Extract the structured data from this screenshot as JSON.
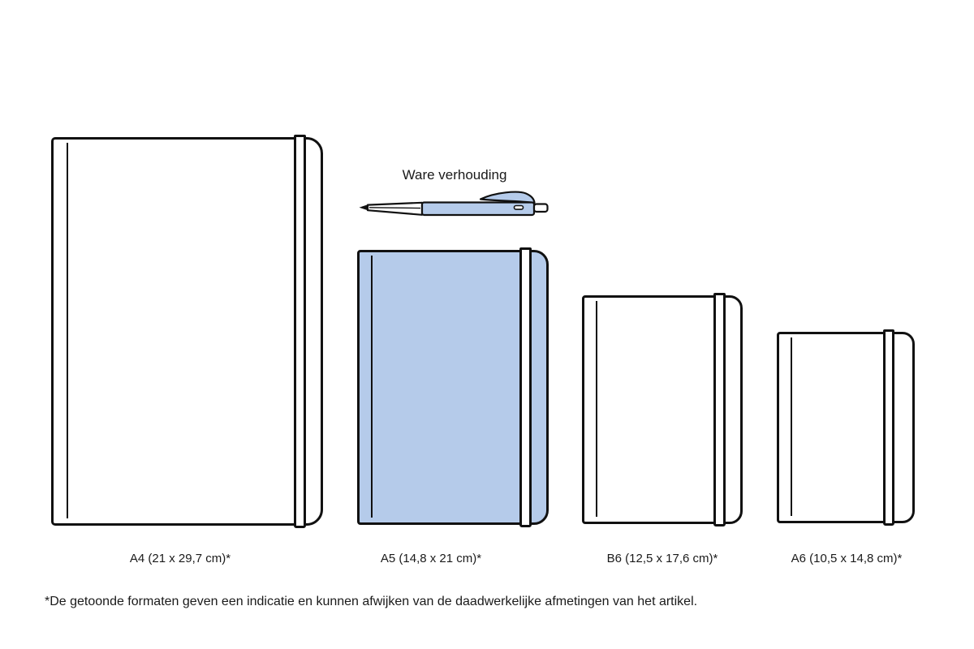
{
  "caption": {
    "pen_scale": "Ware verhouding"
  },
  "notebooks": [
    {
      "id": "a4",
      "label": "A4 (21 x 29,7 cm)*",
      "highlighted": false
    },
    {
      "id": "a5",
      "label": "A5 (14,8 x 21 cm)*",
      "highlighted": true
    },
    {
      "id": "b6",
      "label": "B6 (12,5 x 17,6 cm)*",
      "highlighted": false
    },
    {
      "id": "a6",
      "label": "A6 (10,5 x 14,8 cm)*",
      "highlighted": false
    }
  ],
  "footnote": "*De getoonde formaten geven een indicatie en kunnen afwijken van de daadwerkelijke afmetingen van het artikel.",
  "colors": {
    "highlight": "#b5cbea",
    "outline": "#111111",
    "background": "#ffffff"
  }
}
